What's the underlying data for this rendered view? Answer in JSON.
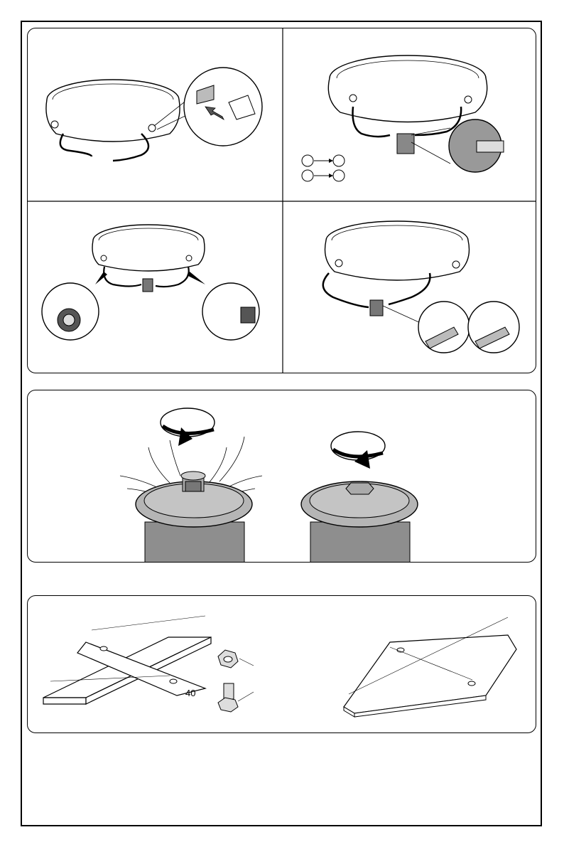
{
  "page": {
    "title": "",
    "sections": [
      {
        "name": "connect-hoses-step"
      },
      {
        "name": "tighten-loosen-lid-step"
      },
      {
        "name": "base-board-step"
      }
    ]
  },
  "measurements": {
    "board_width": "40"
  },
  "colors": {
    "line": "#000000",
    "filter_body": "#8e8e8e",
    "filter_dark": "#6a6a6a",
    "inset_grey": "#9a9a9a"
  },
  "icons": {
    "rotate_clockwise": "rotate-clockwise-icon",
    "rotate_counterclockwise": "rotate-counterclockwise-icon",
    "push_arrow": "push-arrow-icon"
  }
}
